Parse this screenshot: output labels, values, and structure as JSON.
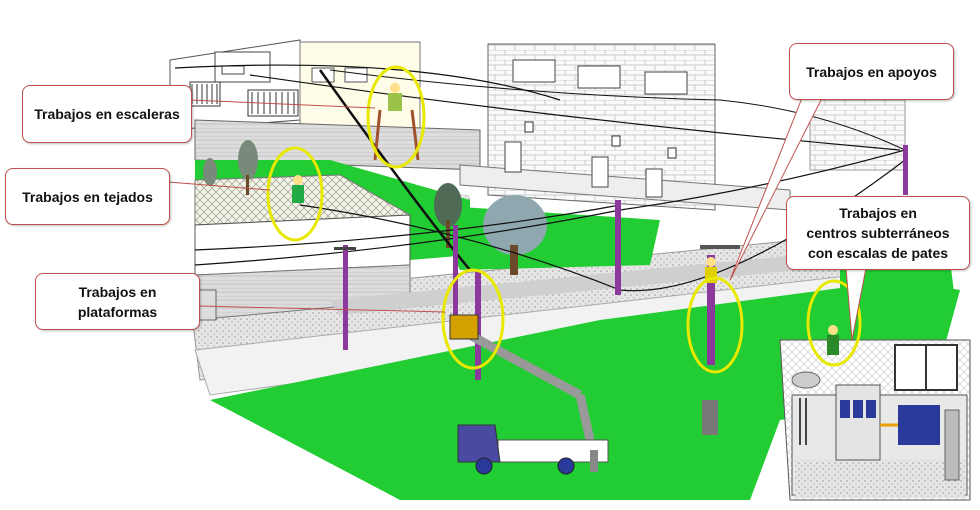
{
  "callouts": {
    "escaleras": "Trabajos  en  escaleras",
    "tejados": "Trabajos  en tejados",
    "plataformas": "Trabajos  en\nplataformas",
    "apoyos": "Trabajos  en  apoyos",
    "subterraneos": "Trabajos  en\ncentros subterráneos\ncon escalas de pates"
  },
  "colors": {
    "grass": "#22cc33",
    "highlight_ellipse": "#e8e800",
    "pole": "#8b3a9b",
    "callout_border": "#c0504d",
    "truck": "#4a4aa0"
  }
}
